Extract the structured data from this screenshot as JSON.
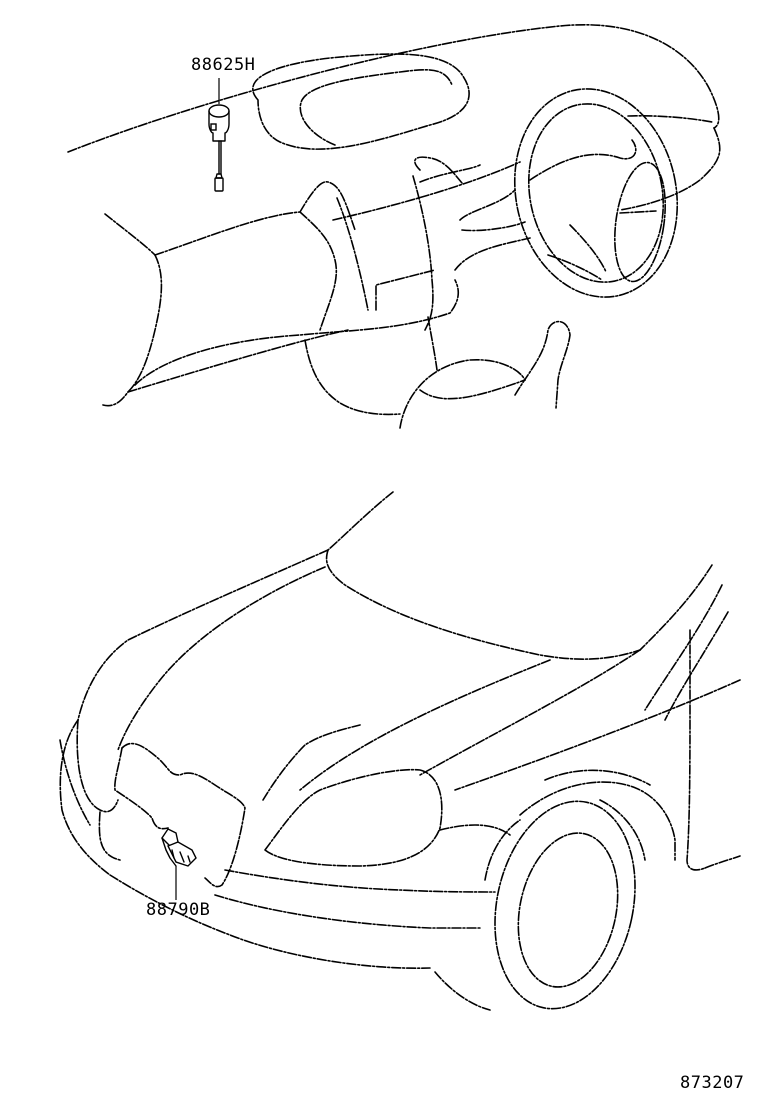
{
  "diagram": {
    "type": "parts-location-illustration",
    "views": [
      {
        "id": "interior-dashboard",
        "description": "Dashboard with steering wheel, interior view"
      },
      {
        "id": "exterior-front",
        "description": "Front of vehicle, hood, headlamp and bumper"
      }
    ],
    "callouts": [
      {
        "part_number": "88625H",
        "view": "interior-dashboard"
      },
      {
        "part_number": "88790B",
        "view": "exterior-front"
      }
    ],
    "illustration_number": "873207"
  },
  "colors": {
    "line": "#000000",
    "background": "#ffffff"
  }
}
